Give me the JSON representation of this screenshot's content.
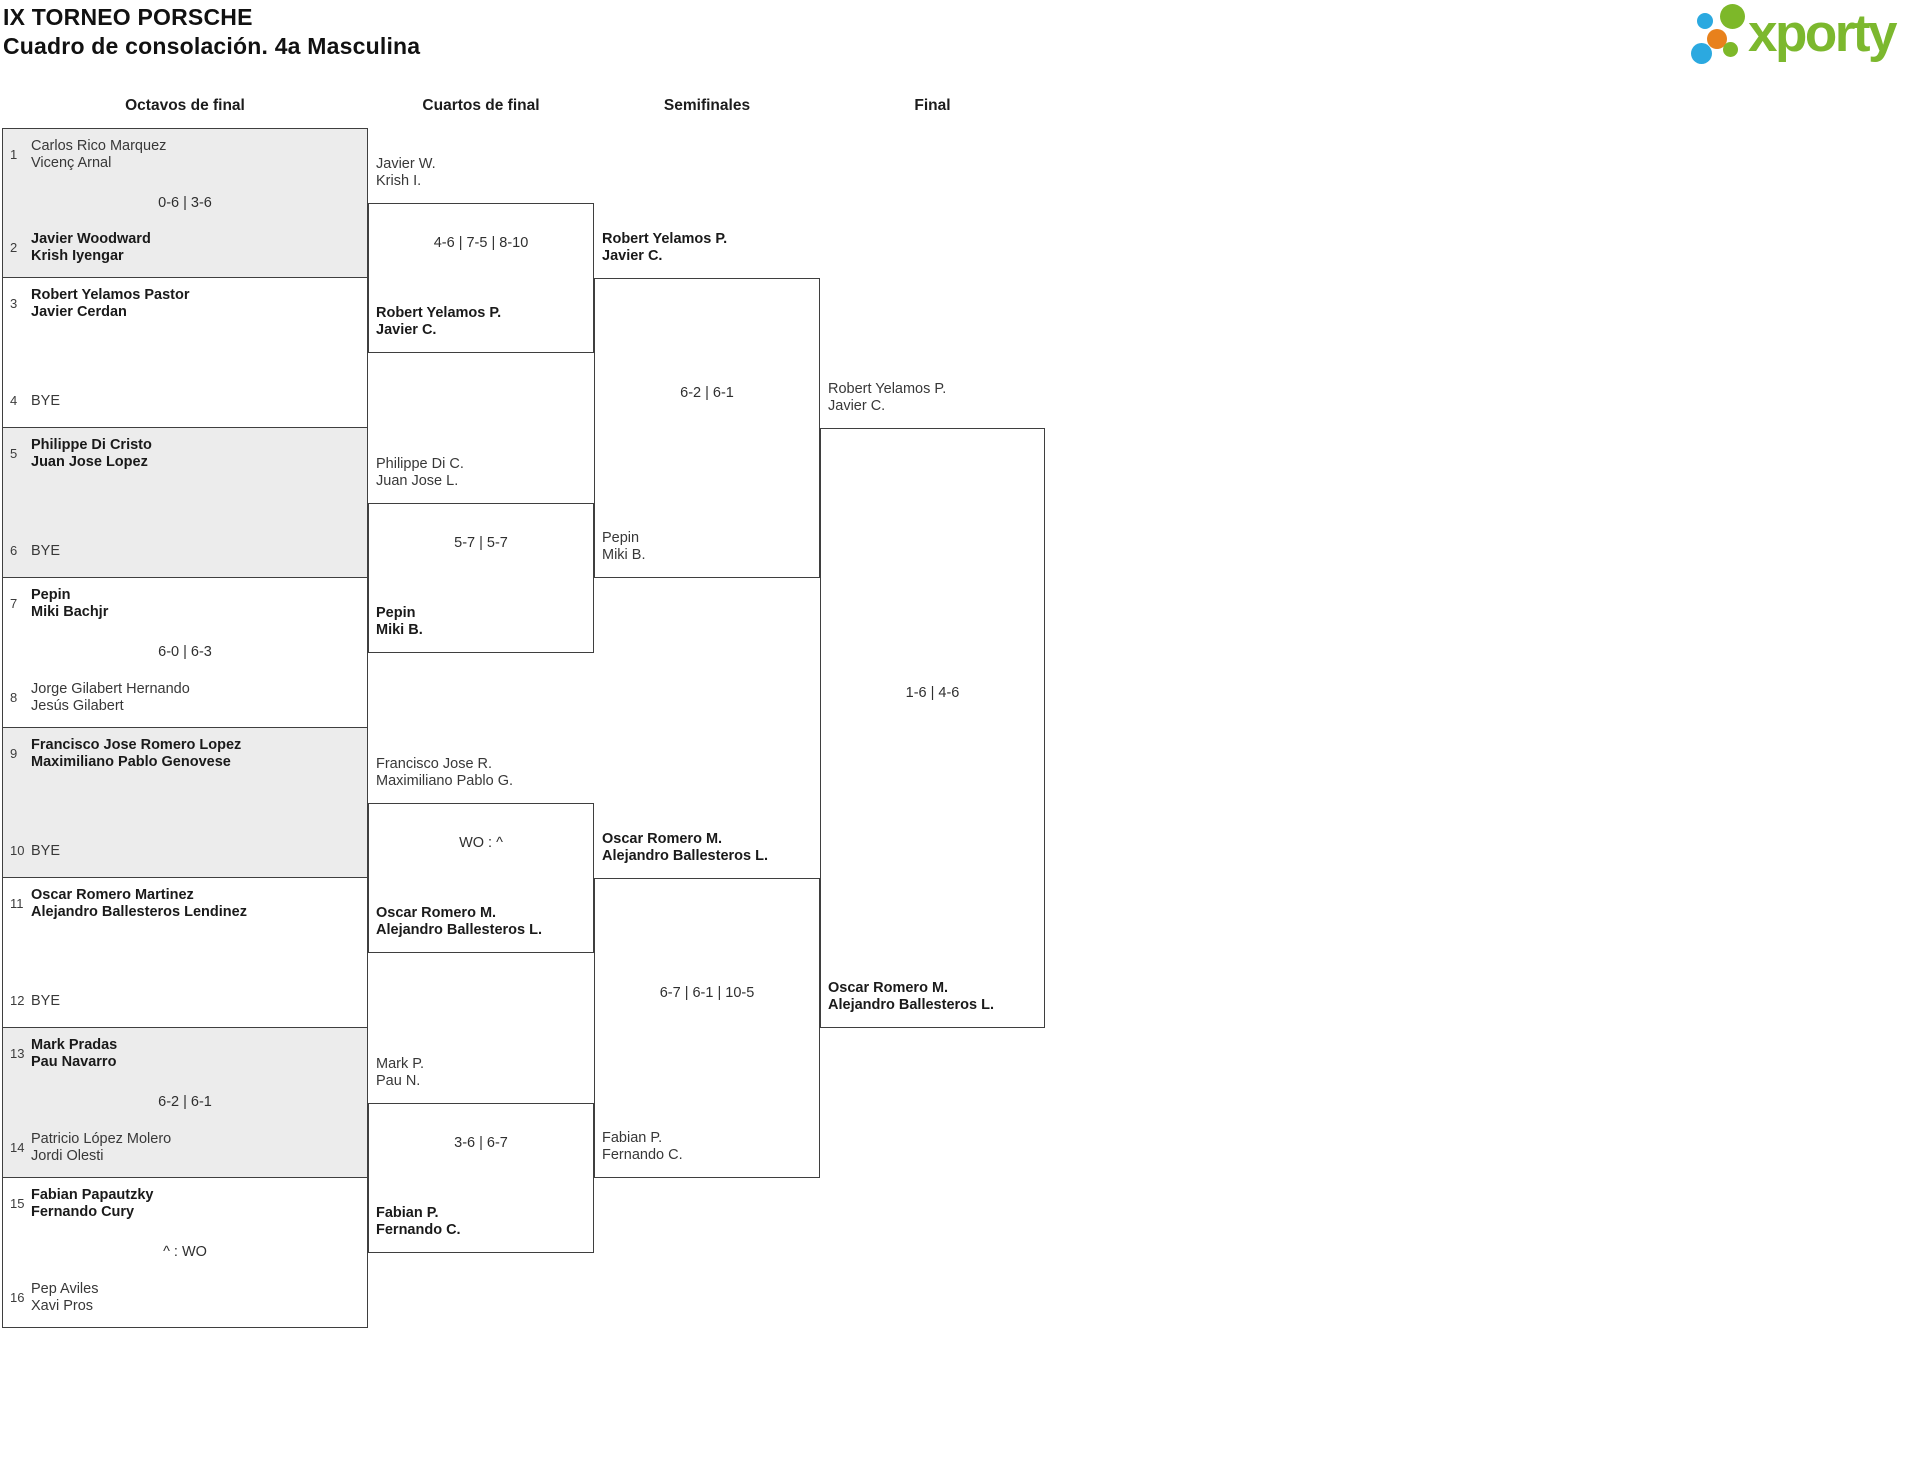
{
  "header": {
    "title": "IX TORNEO PORSCHE",
    "subtitle": "Cuadro de consolación. 4a Masculina"
  },
  "logo": {
    "brand": "xporty",
    "colors": {
      "green": "#7cb82e",
      "blue": "#2ba9e0",
      "orange": "#e8811c"
    }
  },
  "rounds": [
    "Octavos de final",
    "Cuartos de final",
    "Semifinales",
    "Final"
  ],
  "octavos": [
    {
      "seed1": "1",
      "team1": [
        "Carlos Rico Marquez",
        "Vicenç Arnal"
      ],
      "team1_winner": false,
      "score": "0-6 | 3-6",
      "seed2": "2",
      "team2": [
        "Javier Woodward",
        "Krish Iyengar"
      ],
      "team2_winner": true
    },
    {
      "seed1": "3",
      "team1": [
        "Robert Yelamos Pastor",
        "Javier Cerdan"
      ],
      "team1_winner": true,
      "seed2": "4",
      "team2": [
        "BYE"
      ],
      "team2_winner": false
    },
    {
      "seed1": "5",
      "team1": [
        "Philippe Di Cristo",
        "Juan Jose Lopez"
      ],
      "team1_winner": true,
      "seed2": "6",
      "team2": [
        "BYE"
      ],
      "team2_winner": false
    },
    {
      "seed1": "7",
      "team1": [
        "Pepin",
        "Miki Bachjr"
      ],
      "team1_winner": true,
      "score": "6-0 | 6-3",
      "seed2": "8",
      "team2": [
        "Jorge Gilabert Hernando",
        "Jesús Gilabert"
      ],
      "team2_winner": false
    },
    {
      "seed1": "9",
      "team1": [
        "Francisco Jose Romero Lopez",
        "Maximiliano Pablo Genovese"
      ],
      "team1_winner": true,
      "seed2": "10",
      "team2": [
        "BYE"
      ],
      "team2_winner": false
    },
    {
      "seed1": "11",
      "team1": [
        "Oscar Romero Martinez",
        "Alejandro Ballesteros Lendinez"
      ],
      "team1_winner": true,
      "seed2": "12",
      "team2": [
        "BYE"
      ],
      "team2_winner": false
    },
    {
      "seed1": "13",
      "team1": [
        "Mark Pradas",
        "Pau Navarro"
      ],
      "team1_winner": true,
      "score": "6-2 | 6-1",
      "seed2": "14",
      "team2": [
        "Patricio López Molero",
        "Jordi Olesti"
      ],
      "team2_winner": false
    },
    {
      "seed1": "15",
      "team1": [
        "Fabian Papautzky",
        "Fernando Cury"
      ],
      "team1_winner": true,
      "score": "^ : WO",
      "seed2": "16",
      "team2": [
        "Pep Aviles",
        "Xavi Pros"
      ],
      "team2_winner": false
    }
  ],
  "cuartos": [
    {
      "team1": [
        "Javier W.",
        "Krish I."
      ],
      "team1_winner": false,
      "score": "4-6 | 7-5 | 8-10",
      "team2": [
        "Robert Yelamos P.",
        "Javier C."
      ],
      "team2_winner": true
    },
    {
      "team1": [
        "Philippe Di C.",
        "Juan Jose L."
      ],
      "team1_winner": false,
      "score": "5-7 | 5-7",
      "team2": [
        "Pepin",
        "Miki B."
      ],
      "team2_winner": true
    },
    {
      "team1": [
        "Francisco Jose R.",
        "Maximiliano Pablo G."
      ],
      "team1_winner": false,
      "score": "WO : ^",
      "team2": [
        "Oscar Romero M.",
        "Alejandro Ballesteros L."
      ],
      "team2_winner": true
    },
    {
      "team1": [
        "Mark P.",
        "Pau N."
      ],
      "team1_winner": false,
      "score": "3-6 | 6-7",
      "team2": [
        "Fabian P.",
        "Fernando C."
      ],
      "team2_winner": true
    }
  ],
  "semifinales": [
    {
      "team1": [
        "Robert Yelamos P.",
        "Javier C."
      ],
      "team1_winner": true,
      "score": "6-2 | 6-1",
      "team2": [
        "Pepin",
        "Miki B."
      ],
      "team2_winner": false
    },
    {
      "team1": [
        "Oscar Romero M.",
        "Alejandro Ballesteros L."
      ],
      "team1_winner": true,
      "score": "6-7 | 6-1 | 10-5",
      "team2": [
        "Fabian P.",
        "Fernando C."
      ],
      "team2_winner": false
    }
  ],
  "final": {
    "team1": [
      "Robert Yelamos P.",
      "Javier C."
    ],
    "team1_winner": false,
    "score": "1-6 | 4-6",
    "team2": [
      "Oscar Romero M.",
      "Alejandro Ballesteros L."
    ],
    "team2_winner": true
  }
}
